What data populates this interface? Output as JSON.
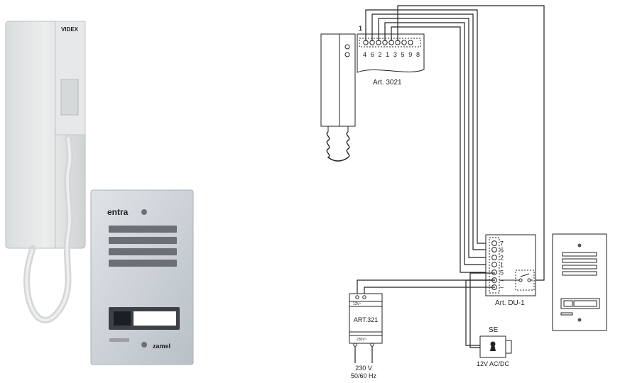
{
  "photo": {
    "handset_brand": "VIDEX",
    "panel_brand": "entra",
    "panel_maker": "zamel"
  },
  "diagram": {
    "handset_terminal_header": "1",
    "handset_terminals": "4 6 2 1 3 5 9 8",
    "handset_label": "Art. 3021",
    "du_terminals": [
      "7",
      "6",
      "2",
      "1",
      "5",
      "~",
      "~"
    ],
    "du_label": "Art. DU-1",
    "psu_label": "ART.321",
    "psu_top_marking": "12V~",
    "psu_bottom_marking": "230V~",
    "mains_voltage": "230 V",
    "mains_frequency": "50/60 Hz",
    "lock_label": "SE",
    "lock_supply": "12V AC/DC"
  }
}
